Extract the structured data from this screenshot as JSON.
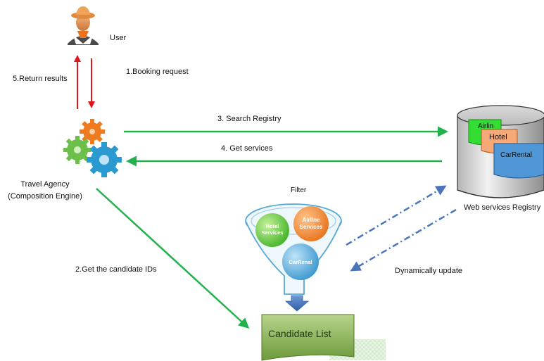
{
  "user": {
    "label": "User"
  },
  "steps": {
    "booking_request": "1.Booking request",
    "get_candidate_ids": "2.Get the candidate IDs",
    "search_registry": "3. Search Registry",
    "get_services": "4. Get services",
    "return_results": "5.Return results"
  },
  "agency": {
    "line1": "Travel Agency",
    "line2": "(Composition Engine)"
  },
  "filter": {
    "label": "Filter",
    "hotel": "Hotel Services",
    "airline_line1": "Airline",
    "airline_line2": "Services",
    "car": "CarRenal"
  },
  "registry": {
    "label": "Web services Registry",
    "airline_doc": "Airlin",
    "hotel_doc": "Hotel",
    "car_doc": "CarRental"
  },
  "update_label": "Dynamically update",
  "candidate_list": {
    "label": "Candidate List"
  },
  "colors": {
    "green_arrow": "#22b24c",
    "red_arrow": "#e0151b",
    "dashed_arrow": "#4a76b8",
    "gear_orange": "#f07a1e",
    "gear_green": "#6cc04a",
    "gear_blue": "#2a9ad0",
    "doc_green": "#33dd33",
    "doc_orange": "#f5a878",
    "doc_blue": "#4f97d6",
    "candidate_fill": "#8fb35c"
  }
}
